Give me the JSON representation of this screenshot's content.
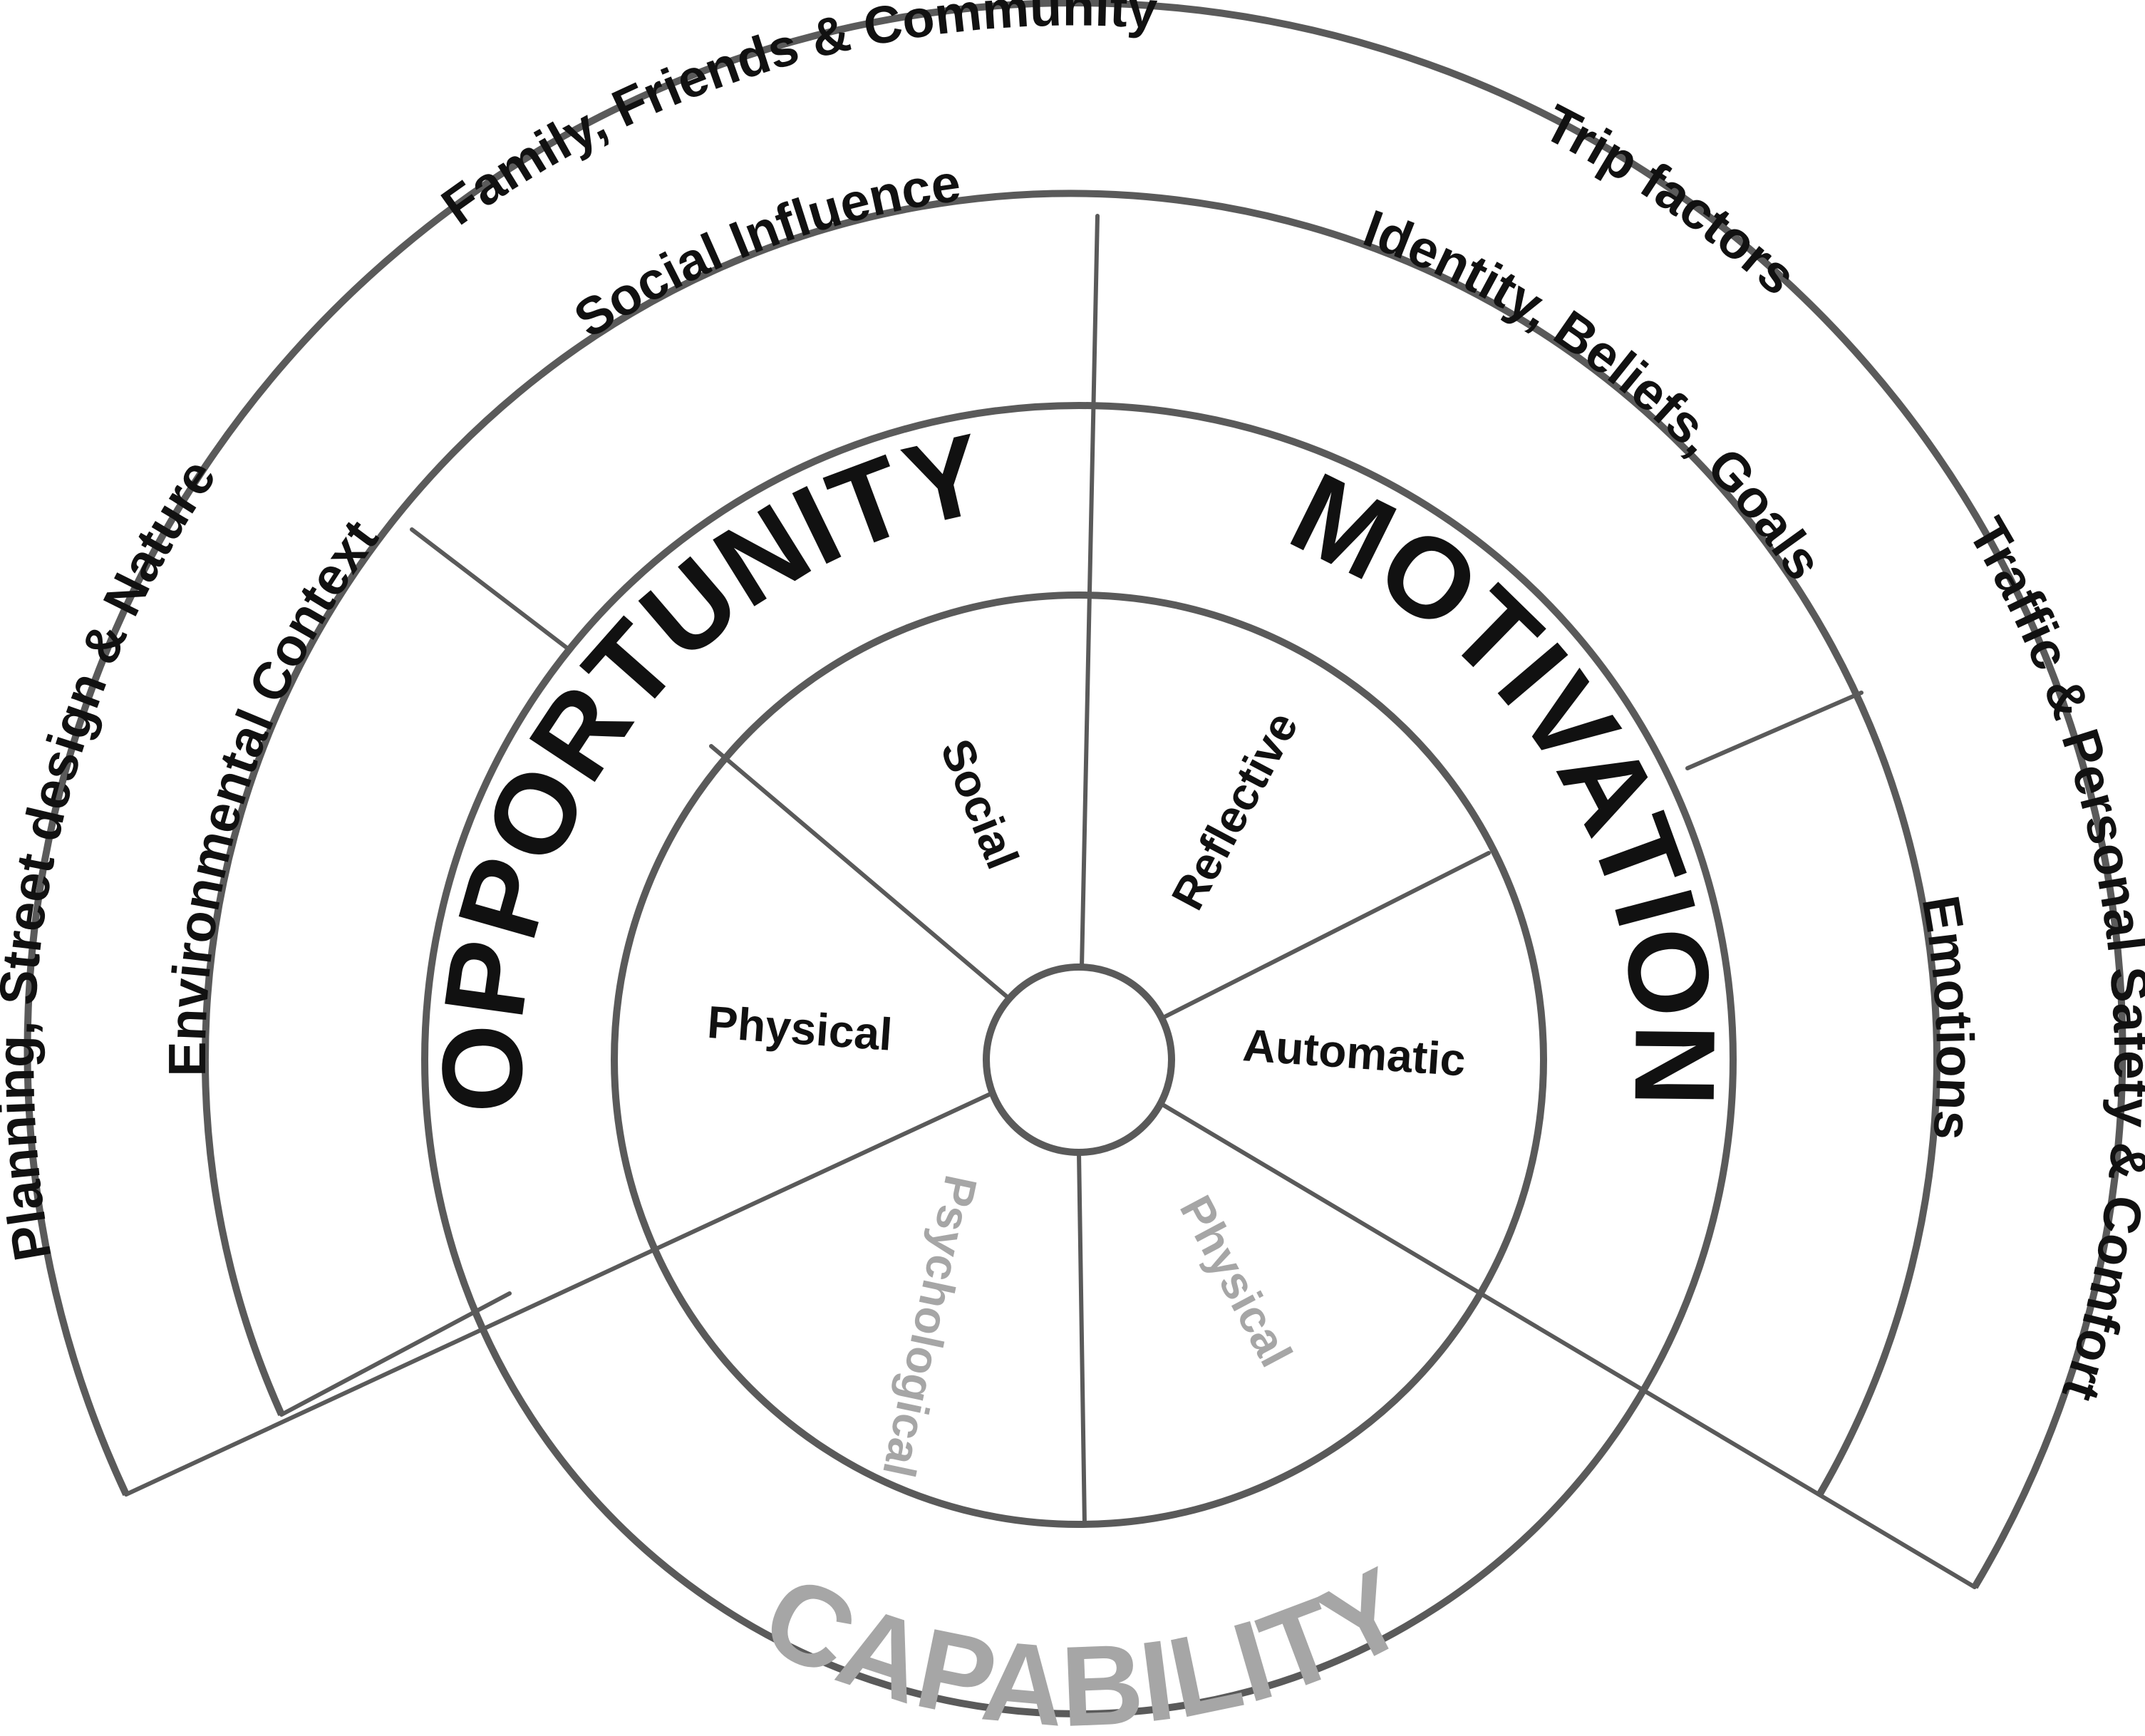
{
  "colors": {
    "stroke": "#5a5a5a",
    "text": "#111111",
    "capability": "#a6a6a6"
  },
  "core": {
    "opportunity": "OPPORTUNITY",
    "motivation": "MOTIVATION",
    "capability": "CAPABILITY"
  },
  "inner": {
    "physical_opportunity": "Physical",
    "social": "Social",
    "reflective": "Reflective",
    "automatic": "Automatic",
    "physical_capability": "Physical",
    "psychological": "Psychological"
  },
  "middle": {
    "environmental_context": "Environmental Context",
    "social_influence": "Social Influence",
    "identity": "Identity, Beliefs, Goals",
    "emotions": "Emotions"
  },
  "outer": {
    "planning": "Planning, Street design & Nature",
    "family": "Family, Friends & Community",
    "trip": "Trip factors",
    "traffic": "Traffic & Personal Safety & Comfort"
  }
}
